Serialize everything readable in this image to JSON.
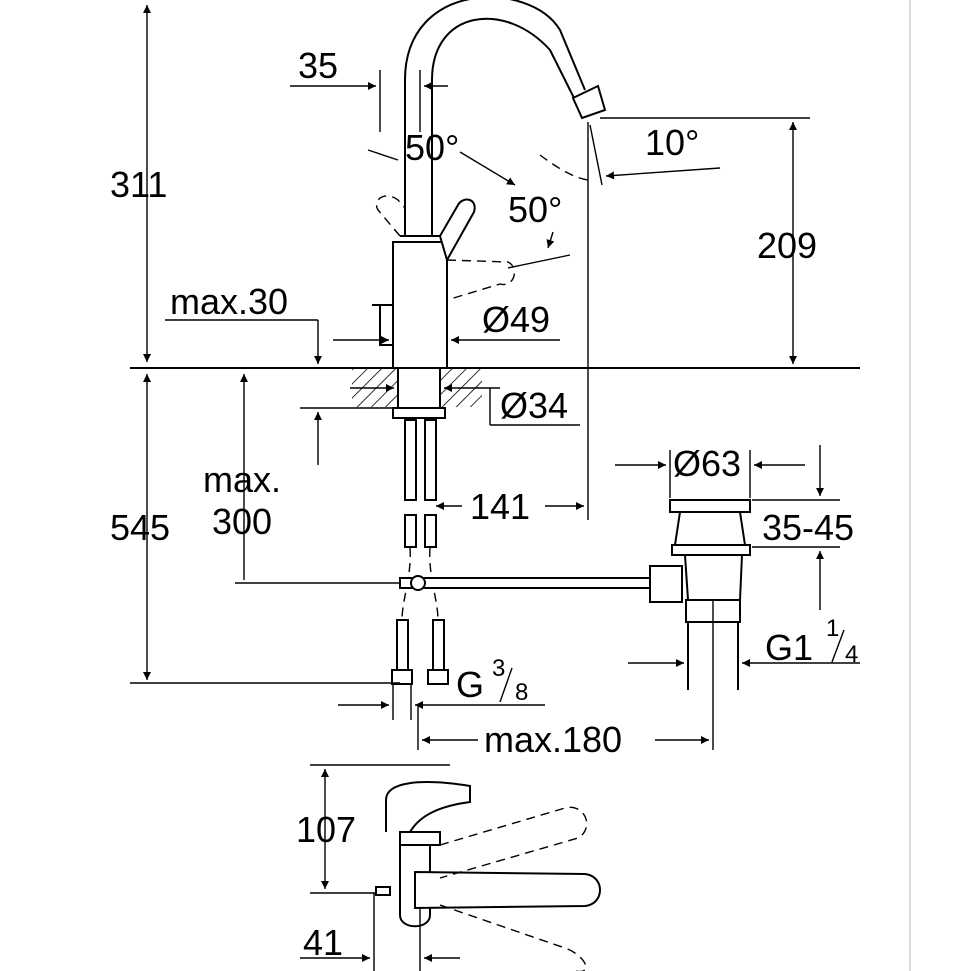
{
  "labels": {
    "d35": "35",
    "a50_top": "50°",
    "a50_side": "50°",
    "a10": "10°",
    "h311": "311",
    "h209": "209",
    "max30": "max.30",
    "dia49": "Ø49",
    "dia34": "Ø34",
    "max300_a": "max.",
    "max300_b": "300",
    "h545": "545",
    "w141": "141",
    "dia63": "Ø63",
    "r3545": "35-45",
    "g114_main": "G1",
    "g114_num": "1",
    "g114_den": "4",
    "g38_main": "G",
    "g38_num": "3",
    "g38_den": "8",
    "max180": "max.180",
    "h107": "107",
    "w41": "41"
  },
  "colors": {
    "line": "#000000",
    "background": "#ffffff",
    "frame": "#dddddd"
  }
}
